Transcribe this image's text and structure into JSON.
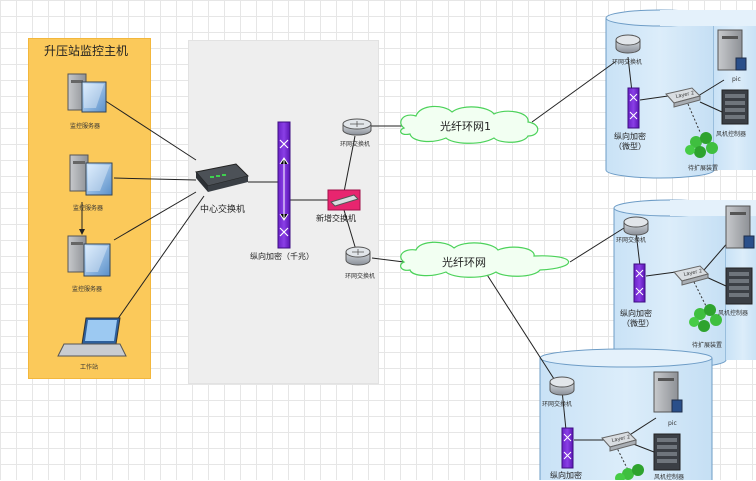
{
  "left_panel": {
    "title": "升压站监控主机",
    "servers": [
      "监控服务器",
      "监控服务器",
      "监控服务器"
    ],
    "workstation": "工作站"
  },
  "center": {
    "core_switch": "中心交换机",
    "vertical_encrypt": "纵向加密（千兆）",
    "new_switch": "新增交换机",
    "ring_switch_top": "环网交换机",
    "ring_switch_bottom": "环网交换机"
  },
  "clouds": {
    "top": "光纤环网1",
    "bottom": "光纤环网"
  },
  "sites": [
    {
      "ring_switch": "环网交换机",
      "pic": "pic",
      "layer_switch": "Layer 2",
      "encrypt_line1": "纵向加密",
      "encrypt_line2": "（微型）",
      "fan_controller": "风机控制器",
      "expansion": "待扩展装置"
    },
    {
      "ring_switch": "环网交换机",
      "pic": "",
      "layer_switch": "Layer 2",
      "encrypt_line1": "纵向加密",
      "encrypt_line2": "（微型）",
      "fan_controller": "风机控制器",
      "expansion": "待扩展装置"
    },
    {
      "ring_switch": "环网交换机",
      "pic": "pic",
      "layer_switch": "Layer 2",
      "encrypt_line1": "纵向加密",
      "encrypt_line2": "",
      "fan_controller": "风机控制器",
      "expansion": ""
    }
  ]
}
